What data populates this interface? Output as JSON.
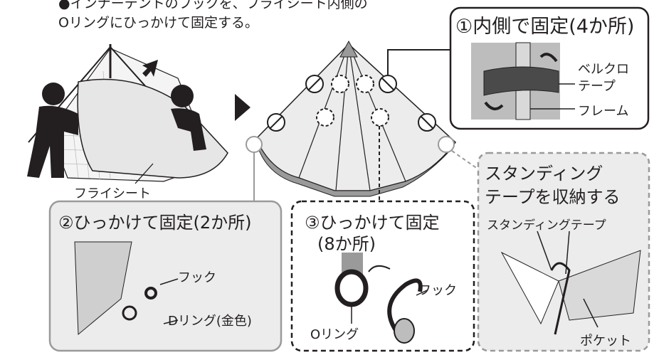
{
  "intro": {
    "line1": "●インナーテントのフックを、フライシート内側の",
    "line2": "Oリングにひっかけて固定する。"
  },
  "callouts": {
    "inside_fix": {
      "title": "①内側で固定(4か所)",
      "velcro_label_1": "ベルクロ",
      "velcro_label_2": "テープ",
      "frame_label": "フレーム"
    },
    "hook_fix_2": {
      "title": "②ひっかけて固定(2か所)",
      "hook_label": "フック",
      "dring_label": "Dリング(金色)"
    },
    "hook_fix_8": {
      "title_1": "③ひっかけて固定",
      "title_2": "(8か所)",
      "hook_label": "フック",
      "oring_label": "Oリング"
    },
    "standing_tape": {
      "title_1": "スタンディング",
      "title_2": "テープを収納する",
      "tape_label": "スタンディングテープ",
      "pocket_label": "ポケット"
    }
  },
  "left_figure": {
    "flysheet_label": "フライシート"
  },
  "colors": {
    "ink": "#231f20",
    "panel_gray": "#e6e6e6",
    "mid_gray": "#9a9a9a",
    "dark_gray": "#4a4a4a"
  },
  "icons": [
    "arrow-icon",
    "play-triangle-icon",
    "circle-slash-icon",
    "curved-arrow-icon"
  ]
}
